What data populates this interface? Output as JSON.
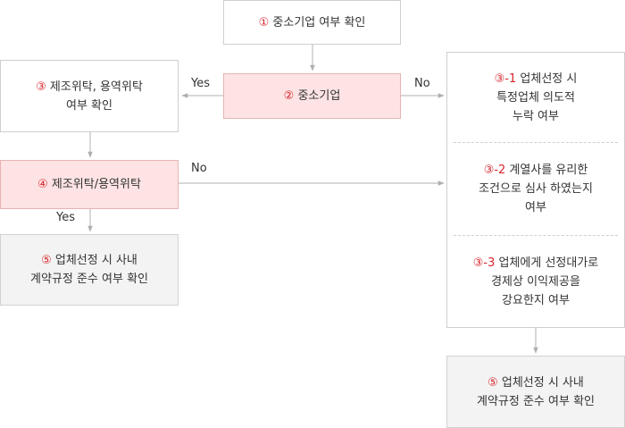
{
  "nodes": {
    "check_sme": {
      "num": "①",
      "text": "중소기업 여부 확인"
    },
    "sme": {
      "num": "②",
      "text": "중소기업"
    },
    "check_consign": {
      "num": "③",
      "line1": "제조위탁, 용역위탁",
      "line2": "여부 확인"
    },
    "consign": {
      "num": "④",
      "text": "제조위탁/용역위탁"
    },
    "rules_left": {
      "num": "⑤",
      "line1": "업체선정 시 사내",
      "line2": "계약규정 준수 여부 확인"
    },
    "criteria": [
      {
        "num": "③-1",
        "line1": "업체선정 시",
        "line2": "특정업체 의도적",
        "line3": "누락 여부"
      },
      {
        "num": "③-2",
        "line1": "계열사를 유리한",
        "line2": "조건으로 심사 하였는지",
        "line3": "여부"
      },
      {
        "num": "③-3",
        "line1": "업체에게 선정대가로",
        "line2": "경제상 이익제공을",
        "line3": "강요한지 여부"
      }
    ],
    "rules_right": {
      "num": "⑤",
      "line1": "업체선정 시 사내",
      "line2": "계약규정 준수 여부 확인"
    }
  },
  "labels": {
    "yes": "Yes",
    "no": "No"
  },
  "colors": {
    "accent": "#d7262e",
    "highlight_fill": "#fde3e3",
    "arrow": "#b0b0b0"
  }
}
